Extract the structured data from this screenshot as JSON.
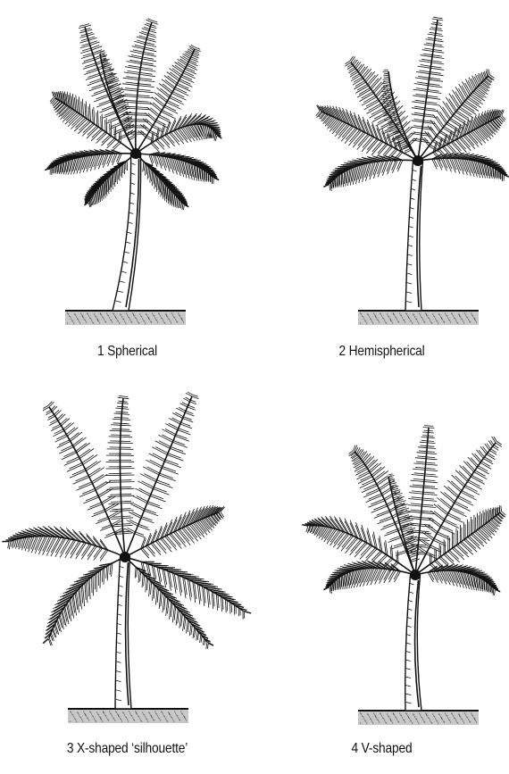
{
  "figure": {
    "panels": [
      {
        "id": "spherical",
        "caption": "1 Spherical",
        "icon": "palm-spherical-icon"
      },
      {
        "id": "hemispherical",
        "caption": "2 Hemispherical",
        "icon": "palm-hemispherical-icon"
      },
      {
        "id": "x-shaped",
        "caption": "3 X-shaped ‘silhouette’",
        "icon": "palm-x-shaped-icon"
      },
      {
        "id": "v-shaped",
        "caption": "4 V-shaped",
        "icon": "palm-v-shaped-icon"
      }
    ],
    "colors": {
      "ink": "#111111",
      "ground": "#9a9a9a"
    }
  }
}
